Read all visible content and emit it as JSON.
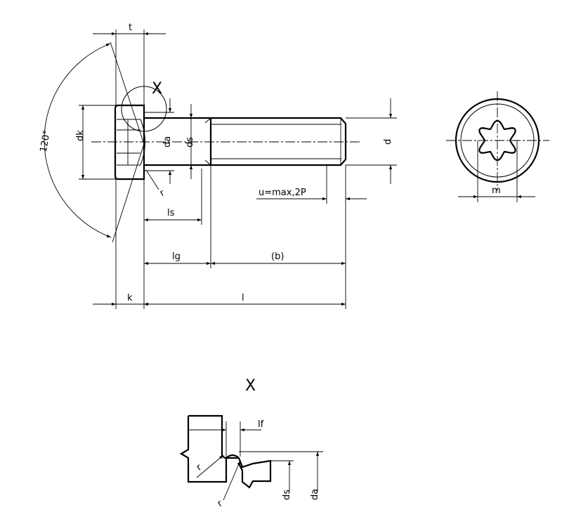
{
  "labels": {
    "t": "t",
    "x_mark": "X",
    "angle": "120°",
    "dk": "dk",
    "da": "da",
    "ds": "ds",
    "d": "d",
    "r": "r",
    "u": "u=max,2P",
    "ls": "ls",
    "lg": "lg",
    "b": "(b)",
    "k": "k",
    "l": "l",
    "m": "m",
    "detail_title": "X",
    "lf": "lf",
    "detail_r1": "r",
    "detail_r2": "r",
    "detail_ds": "ds",
    "detail_da": "da"
  }
}
